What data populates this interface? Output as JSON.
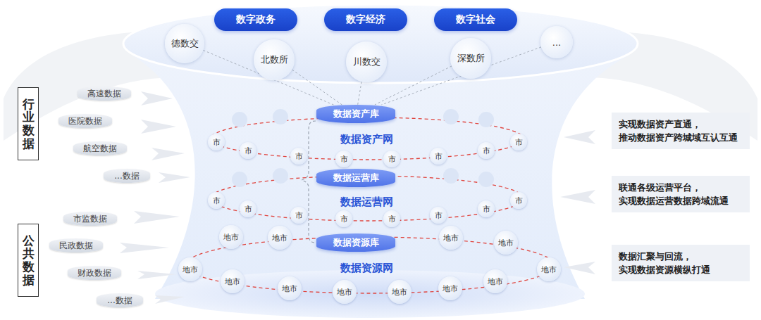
{
  "diagram": {
    "nodes": [
      {
        "text": [
          "数字政务"
        ]
      },
      {
        "text": [
          "数字经济"
        ]
      },
      {
        "text": [
          "数字社会"
        ]
      },
      {
        "text": [
          "德数交"
        ]
      },
      {
        "text": [
          "北数所"
        ]
      },
      {
        "text": [
          "川数交"
        ]
      },
      {
        "text": [
          "深数所"
        ]
      },
      {
        "text": [
          "..."
        ]
      },
      {
        "text": [
          "行业数据"
        ]
      },
      {
        "text": [
          "高速数据"
        ]
      },
      {
        "text": [
          "医院数据"
        ]
      },
      {
        "text": [
          "航空数据"
        ]
      },
      {
        "text": [
          "...数据"
        ]
      },
      {
        "text": [
          "公共数据"
        ]
      },
      {
        "text": [
          "市监数据"
        ]
      },
      {
        "text": [
          "民政数据"
        ]
      },
      {
        "text": [
          "财政数据"
        ]
      },
      {
        "text": [
          "...数据"
        ]
      },
      {
        "text": [
          "数据资产库"
        ]
      },
      {
        "text": [
          "市"
        ]
      },
      {
        "text": [
          "市"
        ]
      },
      {
        "text": [
          "市"
        ]
      },
      {
        "text": [
          "市"
        ]
      },
      {
        "text": [
          "市"
        ]
      },
      {
        "text": [
          "市"
        ]
      },
      {
        "text": [
          "市"
        ]
      },
      {
        "text": [
          "市"
        ]
      },
      {
        "text": [
          "数据运营库"
        ]
      },
      {
        "text": [
          "市"
        ]
      },
      {
        "text": [
          "市"
        ]
      },
      {
        "text": [
          "市"
        ]
      },
      {
        "text": [
          "市"
        ]
      },
      {
        "text": [
          "市"
        ]
      },
      {
        "text": [
          "市"
        ]
      },
      {
        "text": [
          "市"
        ]
      },
      {
        "text": [
          "市"
        ]
      },
      {
        "text": [
          "数据资源库"
        ]
      },
      {
        "text": [
          "地市"
        ]
      },
      {
        "text": [
          "地市"
        ]
      },
      {
        "text": [
          "地市"
        ]
      },
      {
        "text": [
          "地市"
        ]
      },
      {
        "text": [
          "地市"
        ]
      },
      {
        "text": [
          "地市"
        ]
      },
      {
        "text": [
          "地市"
        ]
      },
      {
        "text": [
          "地市"
        ]
      },
      {
        "text": [
          "地市"
        ]
      },
      {
        "text": [
          "地市"
        ]
      },
      {
        "text": [
          "地市"
        ]
      },
      {
        "text": [
          "地市"
        ]
      },
      {
        "text": [
          "实现数据资产直通， 推动数据资产跨城域互认互通"
        ]
      },
      {
        "text": [
          "联通各级运营平台， 实现数据运营数据跨域流通"
        ]
      },
      {
        "text": [
          "数据汇聚与回流， 实现数据资源横纵打通"
        ]
      }
    ],
    "edges": [
      {
        "from": 3,
        "to": 18,
        "arrow": "none"
      },
      {
        "from": 4,
        "to": 18,
        "arrow": "none"
      },
      {
        "from": 5,
        "to": 18,
        "arrow": "none"
      },
      {
        "from": 6,
        "to": 18,
        "arrow": "none"
      },
      {
        "from": 7,
        "to": 18,
        "arrow": "none"
      }
    ],
    "labels": [
      "数据资产网",
      "数据运营网",
      "数据资源网"
    ]
  }
}
